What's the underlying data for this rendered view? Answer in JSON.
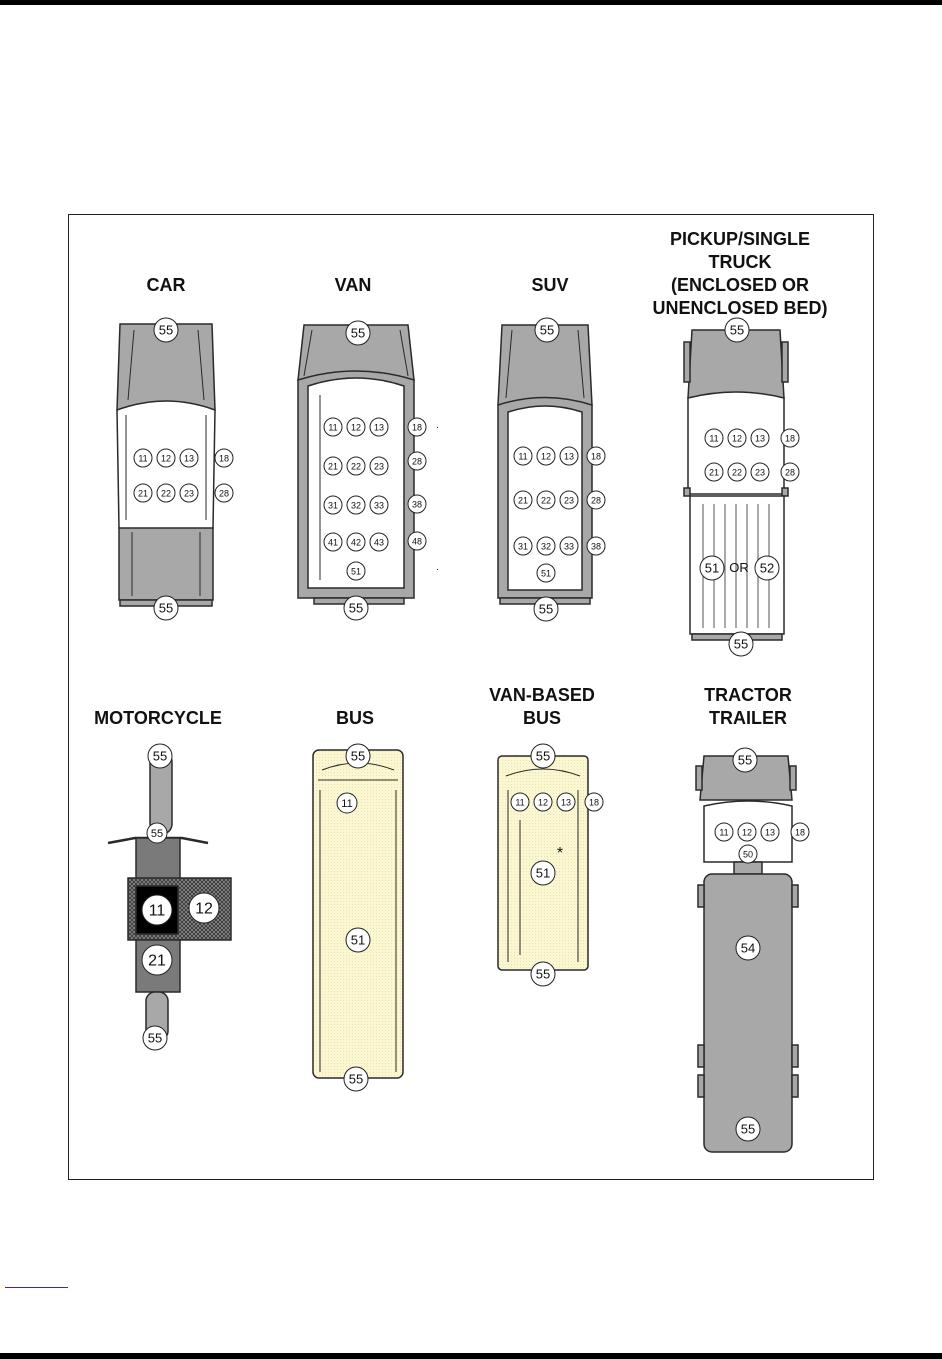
{
  "labels": {
    "car": "CAR",
    "van": "VAN",
    "suv": "SUV",
    "pickup": "PICKUP/SINGLE TRUCK\n(ENCLOSED OR\nUNENCLOSED BED)",
    "motorcycle": "MOTORCYCLE",
    "bus": "BUS",
    "van_bus": "VAN-BASED\nBUS",
    "tractor": "TRACTOR\nTRAILER"
  },
  "or_text": "OR",
  "asterisk": "*",
  "colors": {
    "body": "#a8a8a8",
    "roof": "#ffffff",
    "outline": "#2a2a2a",
    "bus_yellow": "#fbf7d2",
    "moto_dark": "#7a7a7a",
    "moto_black": "#000000",
    "moto_hatch": "#555555"
  },
  "seat_codes": {
    "car": [
      "55",
      "11",
      "12",
      "13",
      "18",
      "21",
      "22",
      "23",
      "28",
      "55"
    ],
    "van": [
      "55",
      "11",
      "12",
      "13",
      "18",
      "21",
      "22",
      "23",
      "28",
      "31",
      "32",
      "33",
      "38",
      "41",
      "42",
      "43",
      "48",
      "51",
      "55"
    ],
    "suv": [
      "55",
      "11",
      "12",
      "13",
      "18",
      "21",
      "22",
      "23",
      "28",
      "31",
      "32",
      "33",
      "38",
      "51",
      "55"
    ],
    "pickup": [
      "55",
      "11",
      "12",
      "13",
      "18",
      "21",
      "22",
      "23",
      "28",
      "51",
      "52",
      "55"
    ],
    "motorcycle": [
      "55",
      "55",
      "11",
      "12",
      "21",
      "55"
    ],
    "bus": [
      "55",
      "11",
      "51",
      "55"
    ],
    "van_bus": [
      "55",
      "11",
      "12",
      "13",
      "18",
      "51",
      "55"
    ],
    "tractor": [
      "55",
      "11",
      "12",
      "13",
      "18",
      "50",
      "54",
      "55"
    ]
  }
}
